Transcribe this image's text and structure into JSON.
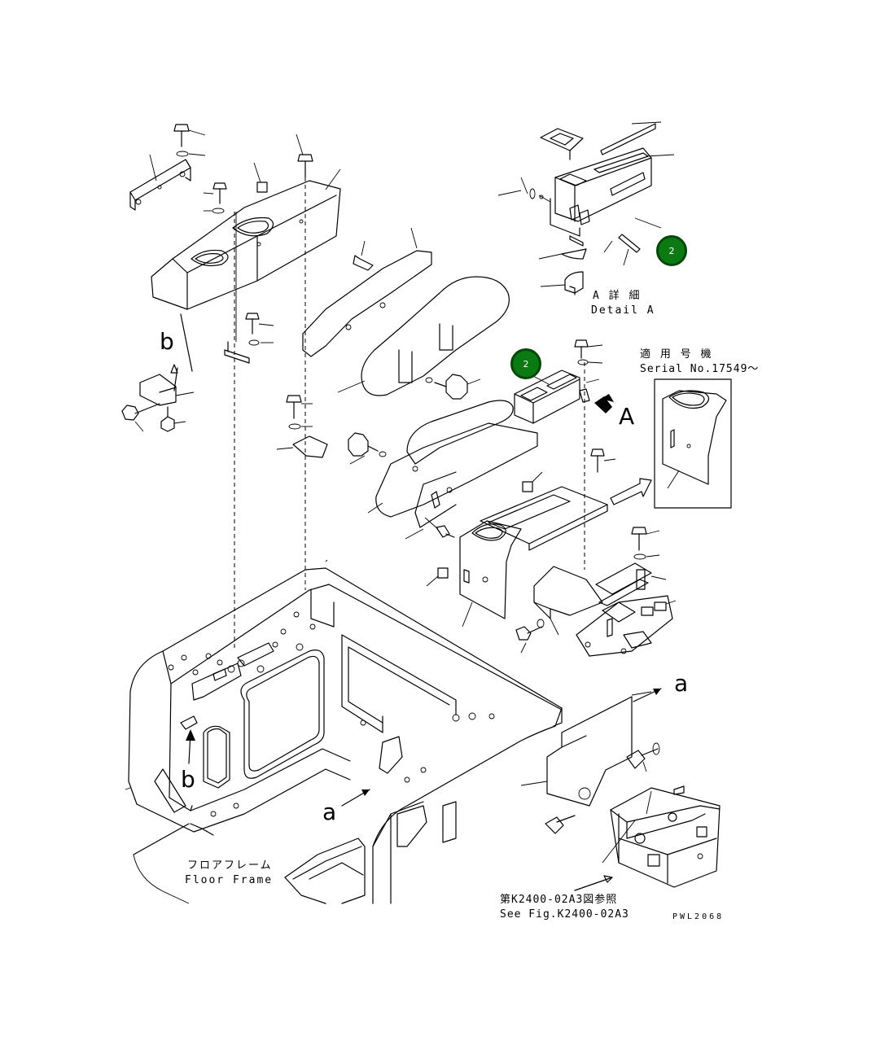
{
  "callouts": [
    {
      "id": "callout-1",
      "label": "2"
    },
    {
      "id": "callout-2",
      "label": "2"
    }
  ],
  "labels": {
    "detail_a_jp": "A 詳 細",
    "detail_a_en": "Detail A",
    "serial_jp": "適 用 号 機",
    "serial_en": "Serial No.17549～",
    "floor_frame_jp": "フロアフレーム",
    "floor_frame_en": "Floor Frame",
    "see_fig_jp": "第K2400-02A3図参照",
    "see_fig_en": "See Fig.K2400-02A3",
    "drawing_code": "PWL2068",
    "letter_a_big": "A",
    "letter_a_upper": "a",
    "letter_a_lower": "a",
    "letter_b_upper": "b",
    "letter_b_lower": "b"
  }
}
